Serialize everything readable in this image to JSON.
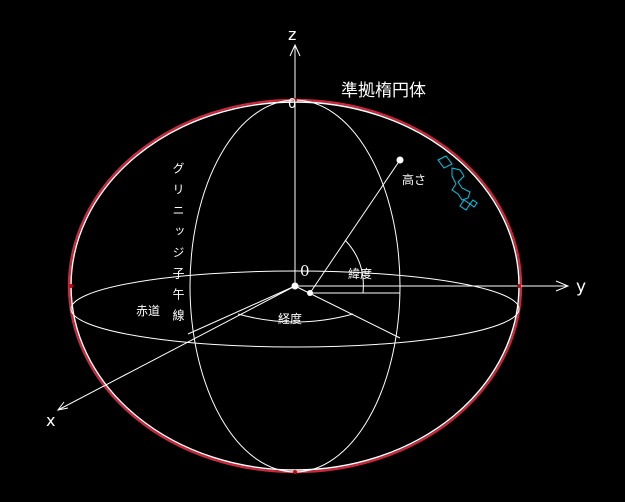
{
  "labels": {
    "z_axis": "z",
    "y_axis": "y",
    "x_axis": "x",
    "origin": "0",
    "ellipsoid": "準拠楕円体",
    "height": "高さ",
    "latitude": "緯度",
    "longitude": "経度",
    "equator": "赤道",
    "greenwich": "グリニッジ子午線",
    "top_pole": "0"
  },
  "colors": {
    "background": "#000000",
    "lines": "#ffffff",
    "ellipsoid_outline": "#c8283c",
    "pole_marks": "#b01414",
    "japan_sketch": "#00c8e6"
  },
  "icons": {
    "japan": "japan-map-icon"
  }
}
